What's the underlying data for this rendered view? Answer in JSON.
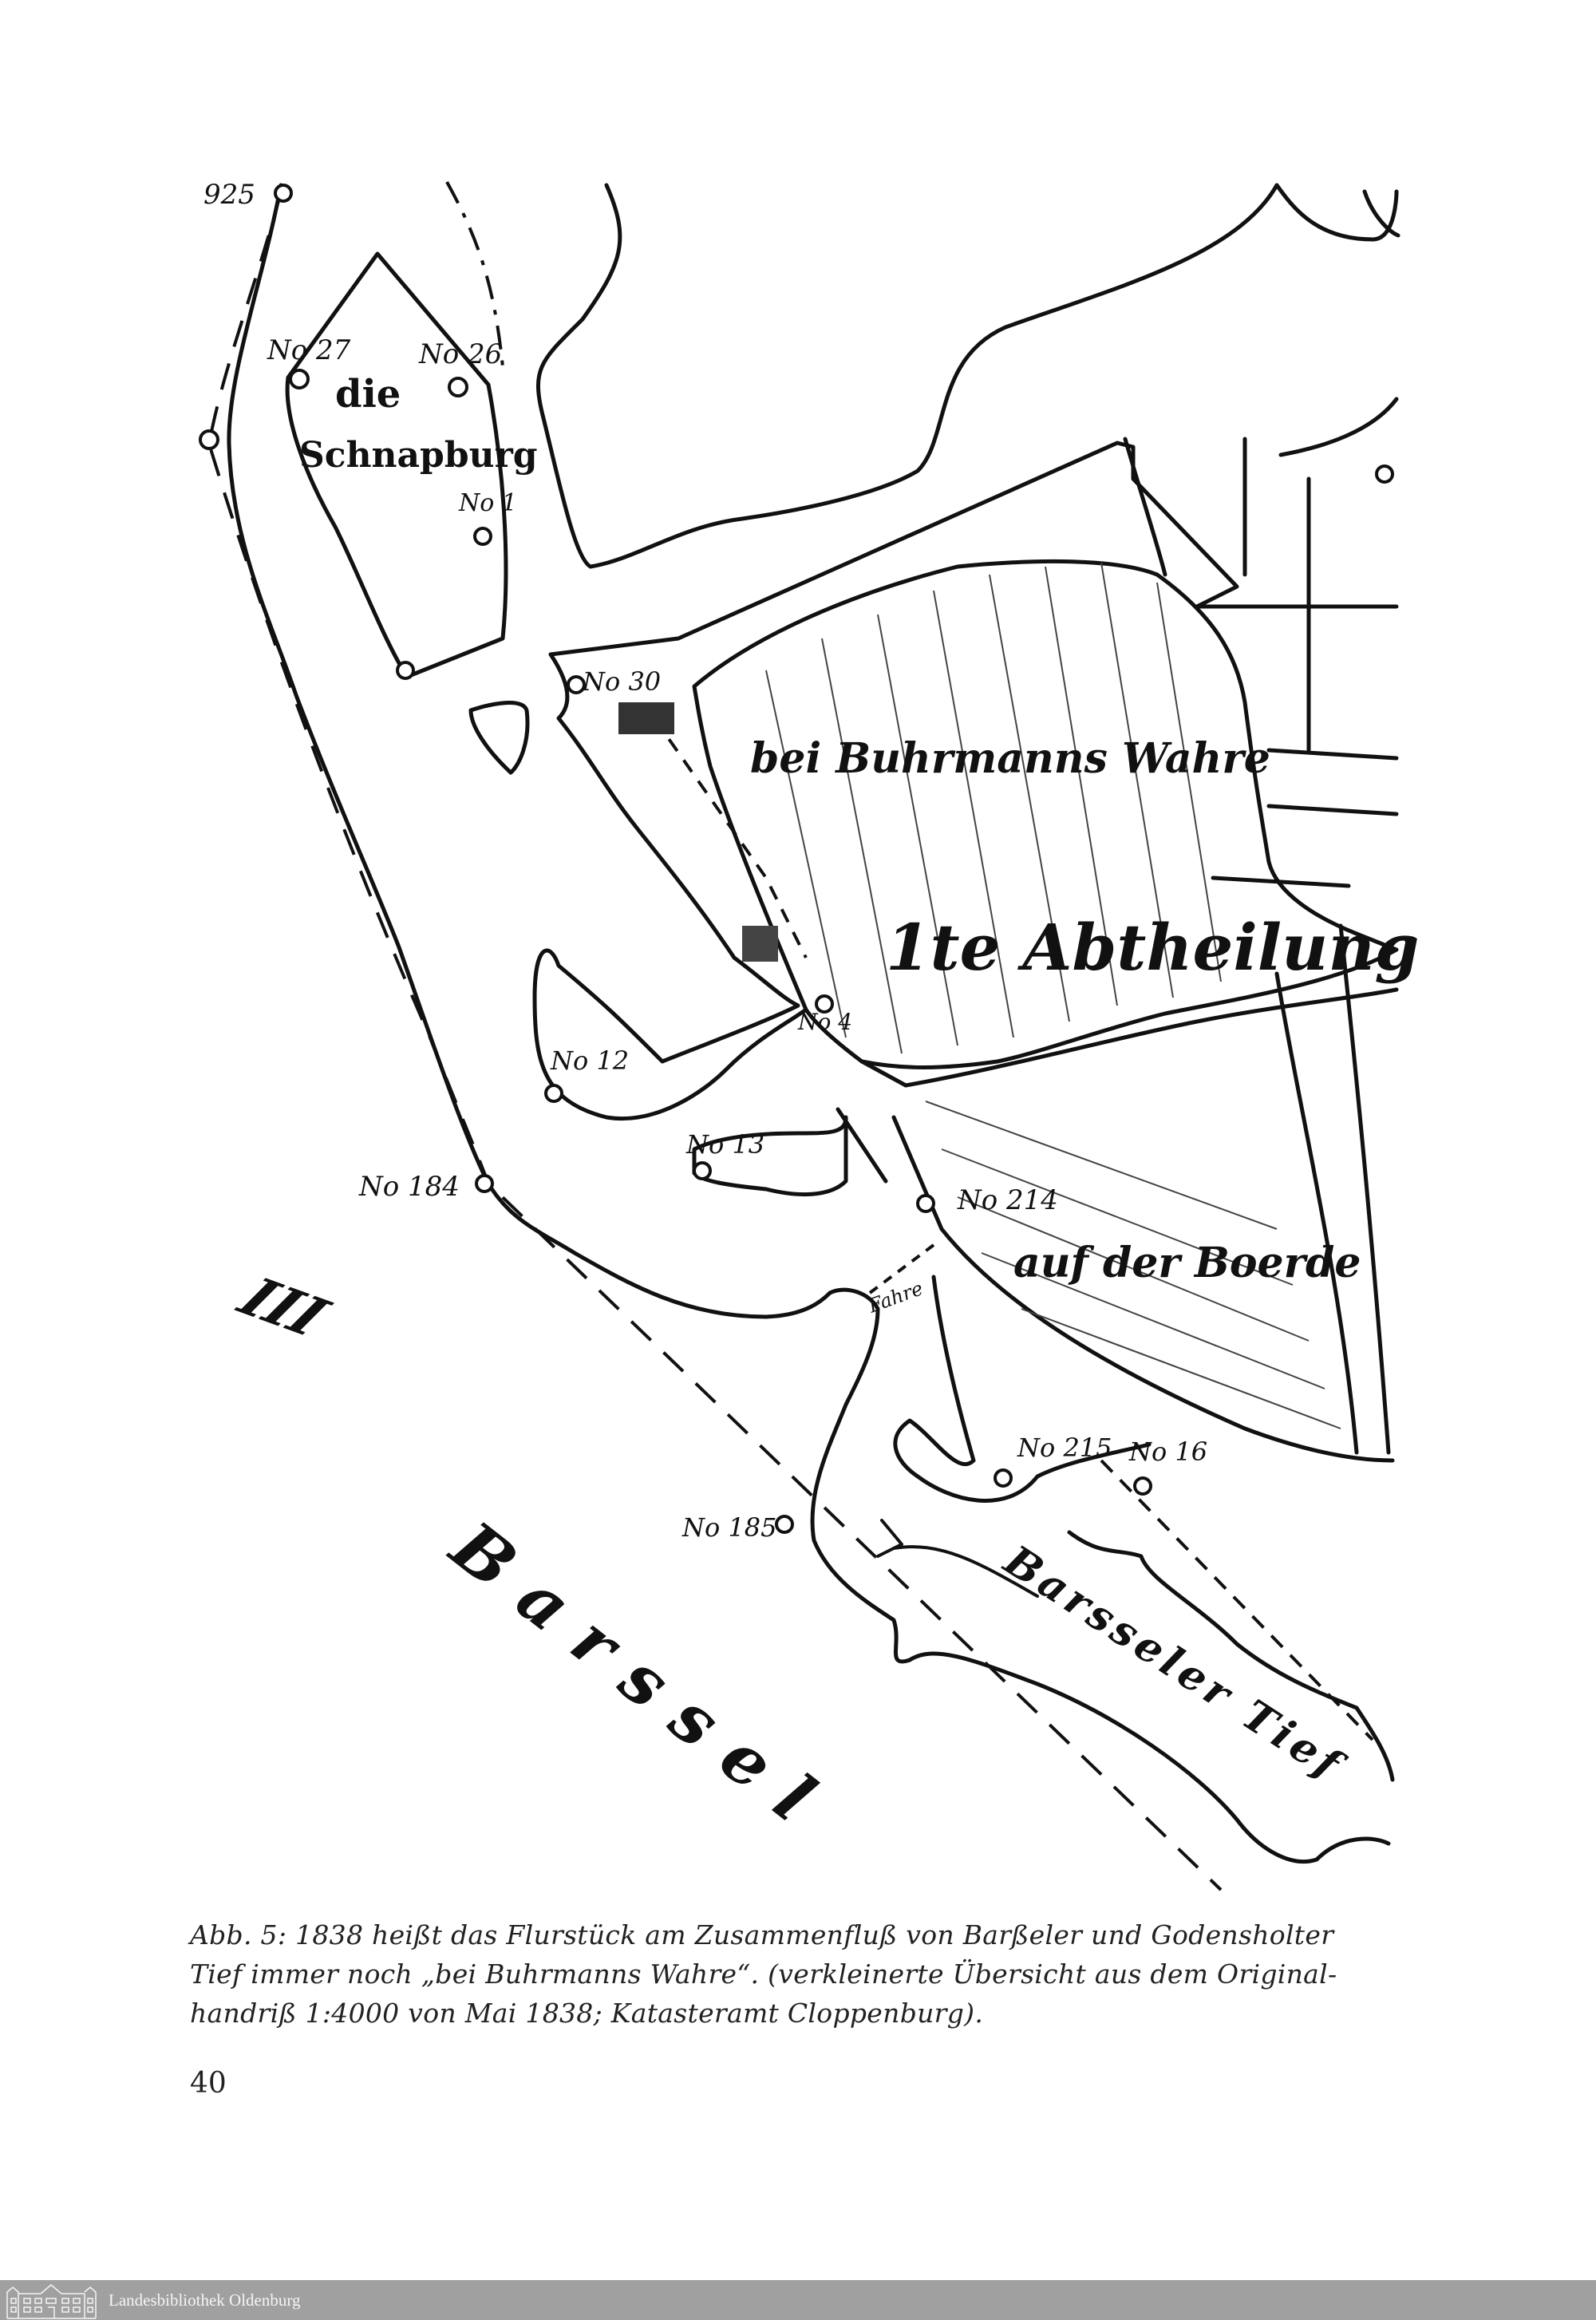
{
  "figure": {
    "map_labels": {
      "parcel_925": "925",
      "parcel_27": "No 27",
      "parcel_26": "No 26",
      "island_name_1": "die",
      "island_name_2": "Schnapburg",
      "parcel_1": "No 1",
      "parcel_30": "No 30",
      "field_name": "bei Buhrmanns Wahre",
      "section": "1te Abtheilung",
      "parcel_4": "No 4",
      "parcel_12": "No 12",
      "parcel_13": "No 13",
      "parcel_184": "No 184",
      "parcel_214": "No 214",
      "field_boerde": "auf der Boerde",
      "ferry": "Fahre",
      "roman": "III",
      "parcel_215": "No 215",
      "parcel_16": "No 16",
      "parcel_185": "No 185",
      "river": "Barsseler Tief",
      "town": "Barssel"
    }
  },
  "caption": {
    "line1": "Abb. 5: 1838 heißt das Flurstück am Zusammenfluß von Barßeler und Godensholter",
    "line2": "Tief immer noch „bei Buhrmanns Wahre“. (verkleinerte Übersicht aus dem Original-",
    "line3": "handriß 1:4000 von Mai 1838; Katasteramt Cloppenburg)."
  },
  "page_number": "40",
  "footer": {
    "library": "Landesbibliothek Oldenburg",
    "background": "#a0a0a0"
  }
}
